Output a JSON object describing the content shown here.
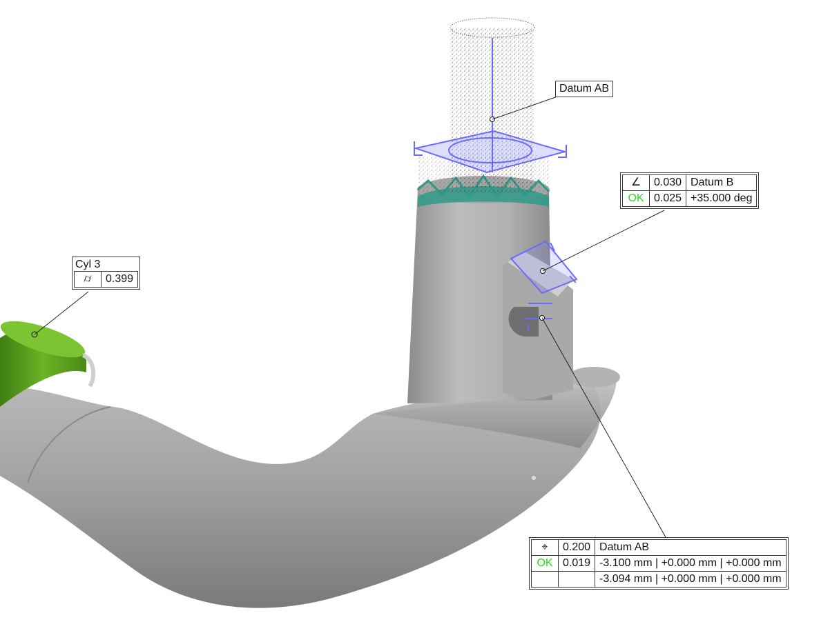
{
  "viewport": {
    "background": "#ffffff",
    "part_color": "#9e9e9e",
    "feature_color_cylinder": "#5aa01a",
    "datum_frame_color": "#6a6aff",
    "point_cloud_color": "#222222",
    "deviation_color": "#2f9a8a"
  },
  "callouts": {
    "datum_ab": {
      "label": "Datum AB"
    },
    "cyl3": {
      "title": "Cyl 3",
      "symbol_icon": "cylindricity-icon",
      "symbol": "⌭",
      "value": "0.399"
    },
    "angularity": {
      "symbol_icon": "angularity-icon",
      "symbol": "∠",
      "tolerance": "0.030",
      "datum": "Datum B",
      "status": "OK",
      "measured": "0.025",
      "nominal": "+35.000 deg"
    },
    "position": {
      "symbol_icon": "position-icon",
      "symbol": "⌖",
      "tolerance": "0.200",
      "datum": "Datum AB",
      "status": "OK",
      "measured": "0.019",
      "nominal_xyz": "-3.100 mm | +0.000 mm | +0.000 mm",
      "actual_xyz": "-3.094 mm | +0.000 mm | +0.000 mm"
    }
  }
}
